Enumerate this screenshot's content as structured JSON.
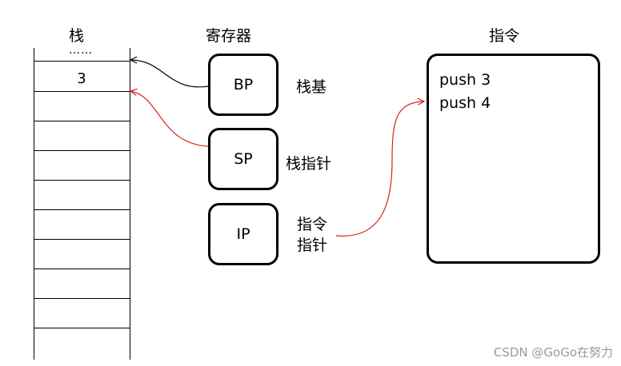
{
  "titles": {
    "stack": "栈",
    "registers": "寄存器",
    "instructions": "指令"
  },
  "stack": {
    "ellipsis": "……",
    "top_value": "3"
  },
  "registers": [
    {
      "name": "BP",
      "note": "栈基"
    },
    {
      "name": "SP",
      "note": "栈指针"
    },
    {
      "name": "IP",
      "note_line1": "指令",
      "note_line2": "指针"
    }
  ],
  "instructions": {
    "lines": [
      "push 3",
      "push 4"
    ]
  },
  "colors": {
    "bp_arrow": "#000000",
    "sp_arrow": "#e02020",
    "ip_arrow": "#e02020"
  },
  "watermark": "CSDN @GoGo在努力"
}
